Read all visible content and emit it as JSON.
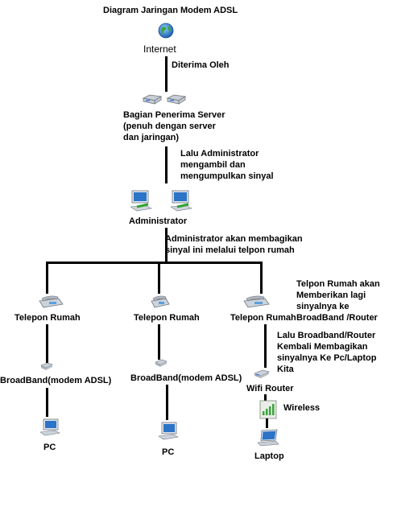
{
  "title": "Diagram Jaringan Modem ADSL",
  "internet": {
    "label": "Internet",
    "icon": "globe-icon"
  },
  "edge_received": {
    "label": "Diterima Oleh"
  },
  "server": {
    "label": "Bagian Penerima Server\n(penuh dengan server\ndan jaringan)",
    "icon": "server-icon"
  },
  "edge_admin": {
    "label": "Lalu Administrator\nmengambil dan\nmengumpulkan sinyal"
  },
  "administrator": {
    "label": "Administrator",
    "icon": "computer-icon"
  },
  "edge_distribute": {
    "label": "Administrator akan membagikan\nsinyal ini melalui telpon rumah"
  },
  "branches": [
    {
      "phone": "Telepon Rumah",
      "modem": "BroadBand(modem ADSL)",
      "device": "PC"
    },
    {
      "phone": "Telepon Rumah",
      "modem": "BroadBand(modem ADSL)",
      "device": "PC"
    },
    {
      "phone": "Telepon Rumah",
      "router": "Wifi Router",
      "wireless": "Wireless",
      "device": "Laptop"
    }
  ],
  "note_phone": {
    "label": "Telpon Rumah akan\nMemberikan lagi\nsinyalnya ke\nBroadBand /Router"
  },
  "note_router": {
    "label": "Lalu Broadband/Router\nKembali Membagikan\nsinyalnya Ke Pc/Laptop\nKita"
  },
  "colors": {
    "line": "#000000",
    "device_blue": "#2b74c7",
    "wireless_green": "#3aa43a"
  }
}
